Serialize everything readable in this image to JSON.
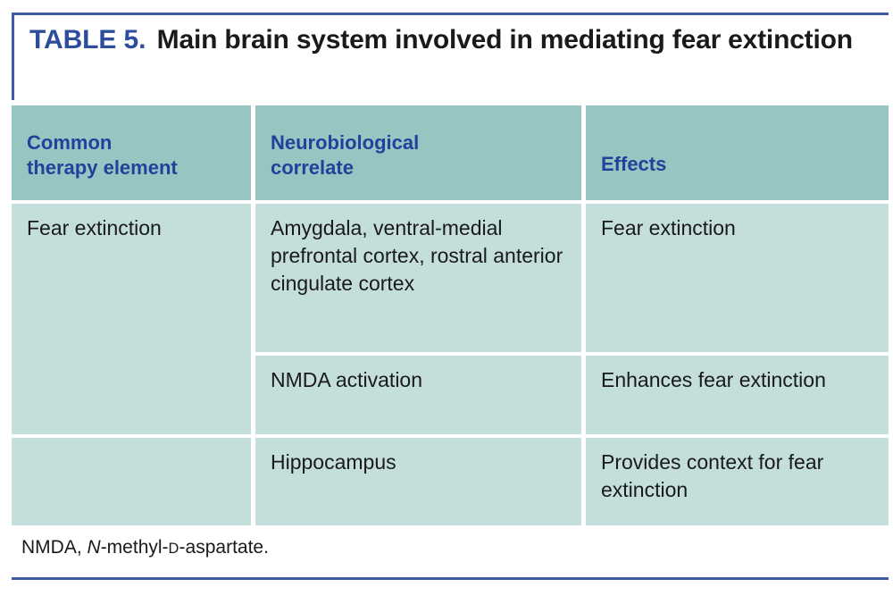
{
  "title": {
    "label": "TABLE 5.",
    "text": "Main brain system involved in mediating fear extinction"
  },
  "colors": {
    "rule_blue": "#3c5aa6",
    "header_blue_text": "#23419b",
    "title_label_blue": "#2c4d9c",
    "header_bg": "#97c6c2",
    "cell_bg": "#c3dedb",
    "body_text": "#1a1a1a"
  },
  "table": {
    "columns": [
      "Common therapy element",
      "Neurobiological correlate",
      "Effects"
    ],
    "columns_lines": {
      "col1_line1": "Common",
      "col1_line2": "therapy element",
      "col2_line1": "Neurobiological",
      "col2_line2": "correlate",
      "col3_line1": "Effects"
    },
    "rows": [
      {
        "therapy_element": "Fear extinction",
        "correlate": "Amygdala, ventral-medial prefrontal cortex, rostral anterior cingulate cortex",
        "effect": "Fear extinction"
      },
      {
        "therapy_element": "",
        "correlate": "NMDA activation",
        "effect": "Enhances fear extinction"
      },
      {
        "therapy_element": "",
        "correlate": "Hippocampus",
        "effect": "Provides context for fear extinction"
      }
    ]
  },
  "footnote": {
    "abbrev": "NMDA,",
    "italic_n": "N",
    "mid": "-methyl-",
    "smallcap_d": "d",
    "tail": "-aspartate.",
    "full": "NMDA, N-methyl-D-aspartate."
  }
}
